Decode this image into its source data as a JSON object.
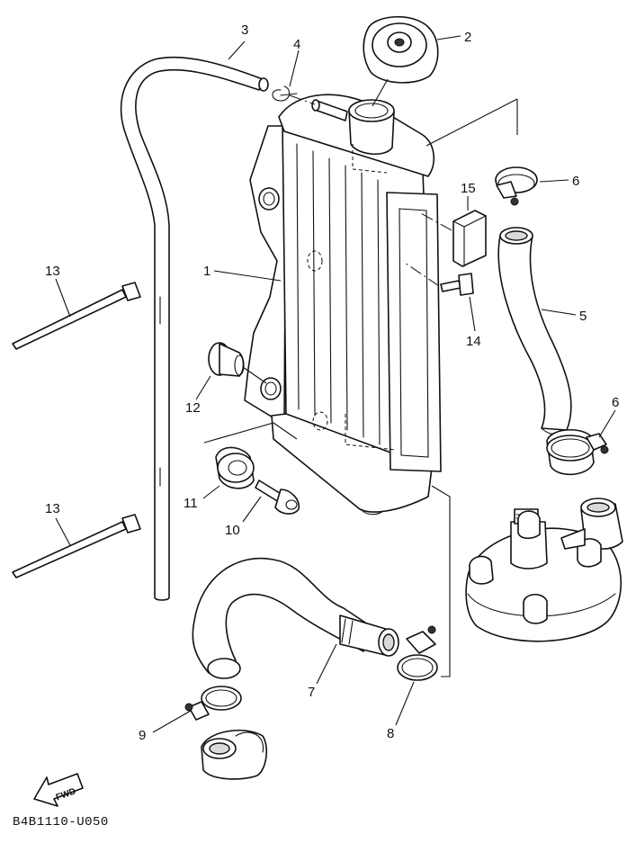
{
  "diagram_code": "B4B1110-U050",
  "fwd_label": "FWD",
  "callouts": [
    "1",
    "2",
    "3",
    "4",
    "5",
    "6",
    "6",
    "7",
    "8",
    "9",
    "10",
    "11",
    "12",
    "13",
    "13",
    "14",
    "15"
  ],
  "parts": [
    {
      "number": "1"
    },
    {
      "number": "2"
    },
    {
      "number": "3"
    },
    {
      "number": "4"
    },
    {
      "number": "5"
    },
    {
      "number": "6"
    },
    {
      "number": "7"
    },
    {
      "number": "8"
    },
    {
      "number": "9"
    },
    {
      "number": "10"
    },
    {
      "number": "11"
    },
    {
      "number": "12"
    },
    {
      "number": "13"
    },
    {
      "number": "14"
    },
    {
      "number": "15"
    }
  ]
}
